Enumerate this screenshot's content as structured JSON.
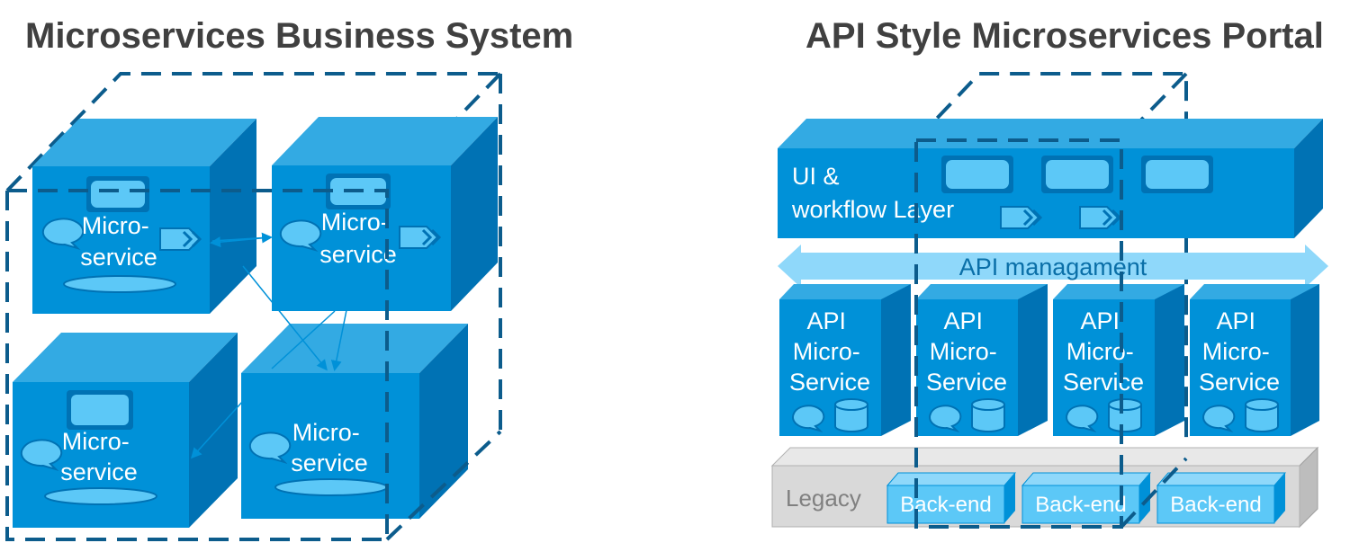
{
  "left_title": "Microservices Business System",
  "right_title": "API Style Microservices Portal",
  "left_services": [
    [
      "Micro-",
      "service"
    ],
    [
      "Micro-",
      "service"
    ],
    [
      "Micro-",
      "service"
    ],
    [
      "Micro-",
      "service"
    ]
  ],
  "ui_layer": [
    "UI &",
    "workflow Layer"
  ],
  "api_management": "API managament",
  "api_services": [
    [
      "API",
      "Micro-",
      "Service"
    ],
    [
      "API",
      "Micro-",
      "Service"
    ],
    [
      "API",
      "Micro-",
      "Service"
    ],
    [
      "API",
      "Micro-",
      "Service"
    ]
  ],
  "legacy": "Legacy",
  "backends": [
    "Back-end",
    "Back-end",
    "Back-end"
  ],
  "colors": {
    "cube_front": "#0091d8",
    "cube_top": "#33aaE3",
    "cube_side": "#0072b4",
    "light": "#5cc8f7",
    "arrow": "#8fd8fa",
    "dash": "#0c5c8c",
    "legacy": "#d9d9d9",
    "title": "#404040"
  }
}
